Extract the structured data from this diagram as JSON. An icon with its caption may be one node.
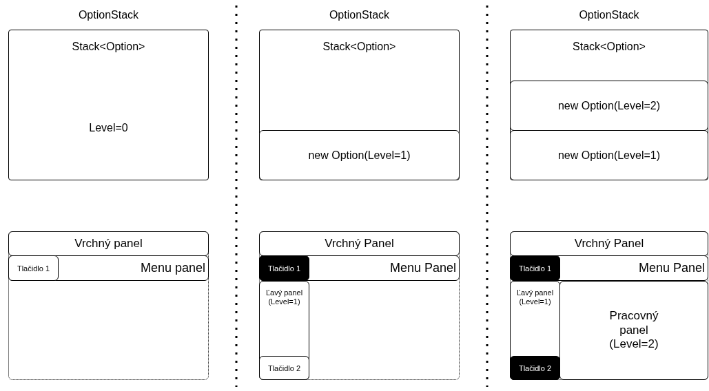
{
  "diagram": {
    "nodes": [
      {
        "text": [
          "OptionStack",
          "Stack<Option>",
          "Level=0"
        ]
      },
      {
        "text": [],
        "shape": "box"
      },
      {
        "text": [
          "Vrchný panel"
        ],
        "in": 1
      },
      {
        "text": [
          "Menu panel"
        ],
        "in": 1
      },
      {
        "text": [
          "Tlačidlo 1"
        ],
        "in": 3
      },
      {
        "text": [
          "OptionStack",
          "Stack<Option>"
        ]
      },
      {
        "text": [
          "new Option(Level=1)"
        ],
        "in": 5
      },
      {
        "text": [],
        "shape": "box"
      },
      {
        "text": [
          "Vrchný Panel"
        ],
        "in": 7
      },
      {
        "text": [
          "Menu Panel"
        ],
        "in": 7
      },
      {
        "text": [
          "Tlačidlo 1"
        ],
        "in": 9
      },
      {
        "text": [
          "Ľavý panel (Level=1)"
        ],
        "in": 7
      },
      {
        "text": [
          "Tlačidlo 2"
        ],
        "in": 11
      },
      {
        "text": [
          "OptionStack",
          "Stack<Option>"
        ]
      },
      {
        "text": [
          "new Option(Level=2)"
        ],
        "in": 13
      },
      {
        "text": [
          "new Option(Level=1)"
        ],
        "in": 13
      },
      {
        "text": [],
        "shape": "box"
      },
      {
        "text": [
          "Vrchný Panel"
        ],
        "in": 16
      },
      {
        "text": [
          "Menu Panel"
        ],
        "in": 16
      },
      {
        "text": [
          "Tlačidlo 1"
        ],
        "in": 18
      },
      {
        "text": [
          "Ľavý panel (Level=1)"
        ],
        "in": 16
      },
      {
        "text": [
          "Tlačidlo 2"
        ],
        "in": 20
      },
      {
        "text": [
          "Pracovný panel (Level=2)"
        ],
        "in": 16
      }
    ]
  }
}
